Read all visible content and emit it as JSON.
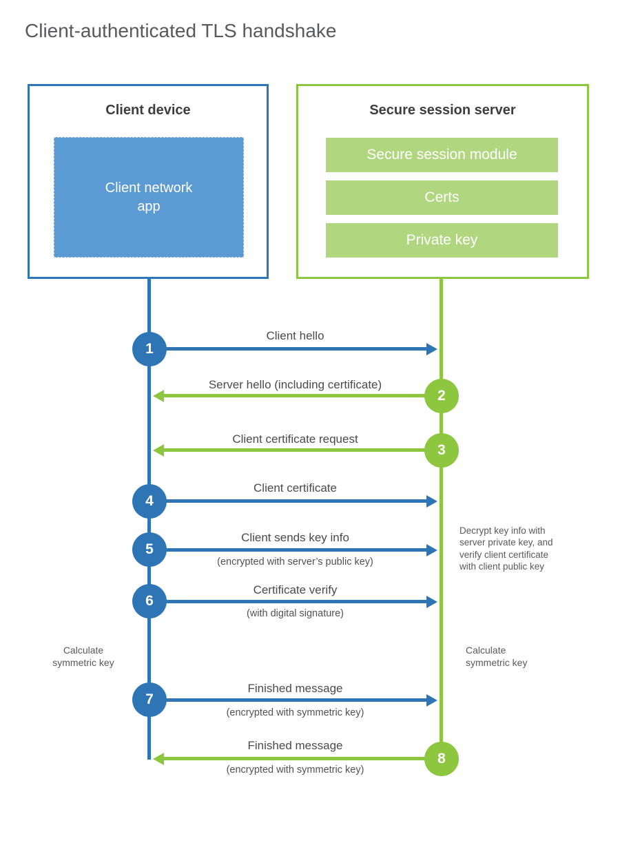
{
  "title": "Client-authenticated TLS handshake",
  "client": {
    "title": "Client device",
    "app_label": "Client network\napp"
  },
  "server": {
    "title": "Secure session server",
    "modules": [
      {
        "label": "Secure session module"
      },
      {
        "label": "Certs"
      },
      {
        "label": "Private key"
      }
    ]
  },
  "steps": [
    {
      "num": "1",
      "label": "Client hello",
      "sub": "",
      "direction": "right",
      "from": "client",
      "to": "server"
    },
    {
      "num": "2",
      "label": "Server hello (including certificate)",
      "sub": "",
      "direction": "left",
      "from": "server",
      "to": "client"
    },
    {
      "num": "3",
      "label": "Client certificate request",
      "sub": "",
      "direction": "left",
      "from": "server",
      "to": "client"
    },
    {
      "num": "4",
      "label": "Client certificate",
      "sub": "",
      "direction": "right",
      "from": "client",
      "to": "server"
    },
    {
      "num": "5",
      "label": "Client sends key info",
      "sub": "(encrypted with server’s public key)",
      "direction": "right",
      "from": "client",
      "to": "server"
    },
    {
      "num": "6",
      "label": "Certificate verify",
      "sub": "(with digital signature)",
      "direction": "right",
      "from": "client",
      "to": "server"
    },
    {
      "num": "7",
      "label": "Finished message",
      "sub": "(encrypted with symmetric key)",
      "direction": "right",
      "from": "client",
      "to": "server"
    },
    {
      "num": "8",
      "label": "Finished message",
      "sub": "(encrypted with symmetric key)",
      "direction": "left",
      "from": "server",
      "to": "client"
    }
  ],
  "annotations": {
    "decrypt_note": "Decrypt key info with\nserver private key, and\nverify client certificate\nwith client public key",
    "calc_left": "Calculate\nsymmetric key",
    "calc_right": "Calculate\nsymmetric key"
  },
  "colors": {
    "blue": "#2e75b6",
    "blue_fill": "#5b9ad3",
    "green": "#8dc63f",
    "green_fill": "#b1d680",
    "title_gray": "#58595b"
  }
}
